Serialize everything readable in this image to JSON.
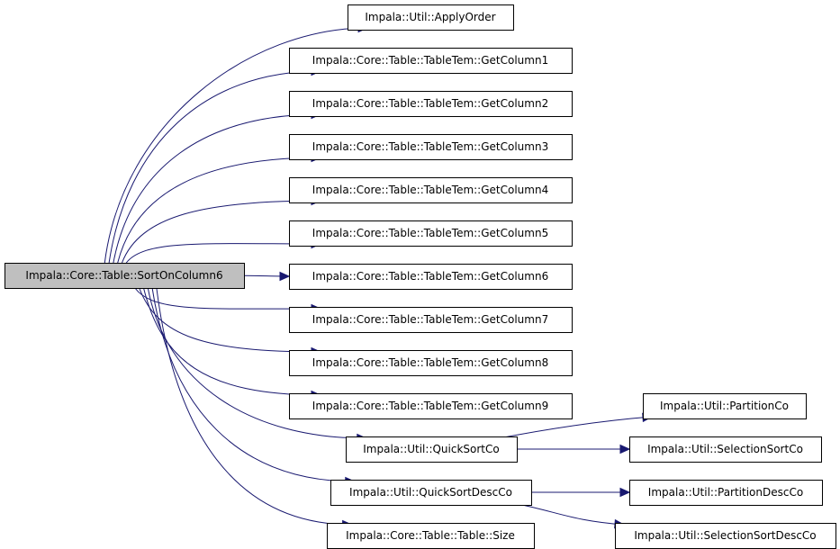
{
  "colors": {
    "edge": "#191970",
    "root_fill": "#bfbfbf",
    "node_fill": "#ffffff",
    "border": "#000000"
  },
  "nodes": [
    {
      "id": "root",
      "label": "Impala::Core::Table::SortOnColumn6",
      "root": true
    },
    {
      "id": "applyorder",
      "label": "Impala::Util::ApplyOrder"
    },
    {
      "id": "getcolumn1",
      "label": "Impala::Core::Table::TableTem::GetColumn1"
    },
    {
      "id": "getcolumn2",
      "label": "Impala::Core::Table::TableTem::GetColumn2"
    },
    {
      "id": "getcolumn3",
      "label": "Impala::Core::Table::TableTem::GetColumn3"
    },
    {
      "id": "getcolumn4",
      "label": "Impala::Core::Table::TableTem::GetColumn4"
    },
    {
      "id": "getcolumn5",
      "label": "Impala::Core::Table::TableTem::GetColumn5"
    },
    {
      "id": "getcolumn6",
      "label": "Impala::Core::Table::TableTem::GetColumn6"
    },
    {
      "id": "getcolumn7",
      "label": "Impala::Core::Table::TableTem::GetColumn7"
    },
    {
      "id": "getcolumn8",
      "label": "Impala::Core::Table::TableTem::GetColumn8"
    },
    {
      "id": "getcolumn9",
      "label": "Impala::Core::Table::TableTem::GetColumn9"
    },
    {
      "id": "quicksortco",
      "label": "Impala::Util::QuickSortCo"
    },
    {
      "id": "quicksortdescco",
      "label": "Impala::Util::QuickSortDescCo"
    },
    {
      "id": "tablesize",
      "label": "Impala::Core::Table::Table::Size"
    },
    {
      "id": "partitionco",
      "label": "Impala::Util::PartitionCo"
    },
    {
      "id": "selectionsortco",
      "label": "Impala::Util::SelectionSortCo"
    },
    {
      "id": "partitiondescco",
      "label": "Impala::Util::PartitionDescCo"
    },
    {
      "id": "selectionsortdescco",
      "label": "Impala::Util::SelectionSortDescCo"
    }
  ],
  "edges": [
    {
      "from": "root",
      "to": "applyorder"
    },
    {
      "from": "root",
      "to": "getcolumn1"
    },
    {
      "from": "root",
      "to": "getcolumn2"
    },
    {
      "from": "root",
      "to": "getcolumn3"
    },
    {
      "from": "root",
      "to": "getcolumn4"
    },
    {
      "from": "root",
      "to": "getcolumn5"
    },
    {
      "from": "root",
      "to": "getcolumn6"
    },
    {
      "from": "root",
      "to": "getcolumn7"
    },
    {
      "from": "root",
      "to": "getcolumn8"
    },
    {
      "from": "root",
      "to": "getcolumn9"
    },
    {
      "from": "root",
      "to": "quicksortco"
    },
    {
      "from": "root",
      "to": "quicksortdescco"
    },
    {
      "from": "root",
      "to": "tablesize"
    },
    {
      "from": "quicksortco",
      "to": "partitionco"
    },
    {
      "from": "quicksortco",
      "to": "selectionsortco"
    },
    {
      "from": "quicksortdescco",
      "to": "partitiondescco"
    },
    {
      "from": "quicksortdescco",
      "to": "selectionsortdescco"
    }
  ]
}
